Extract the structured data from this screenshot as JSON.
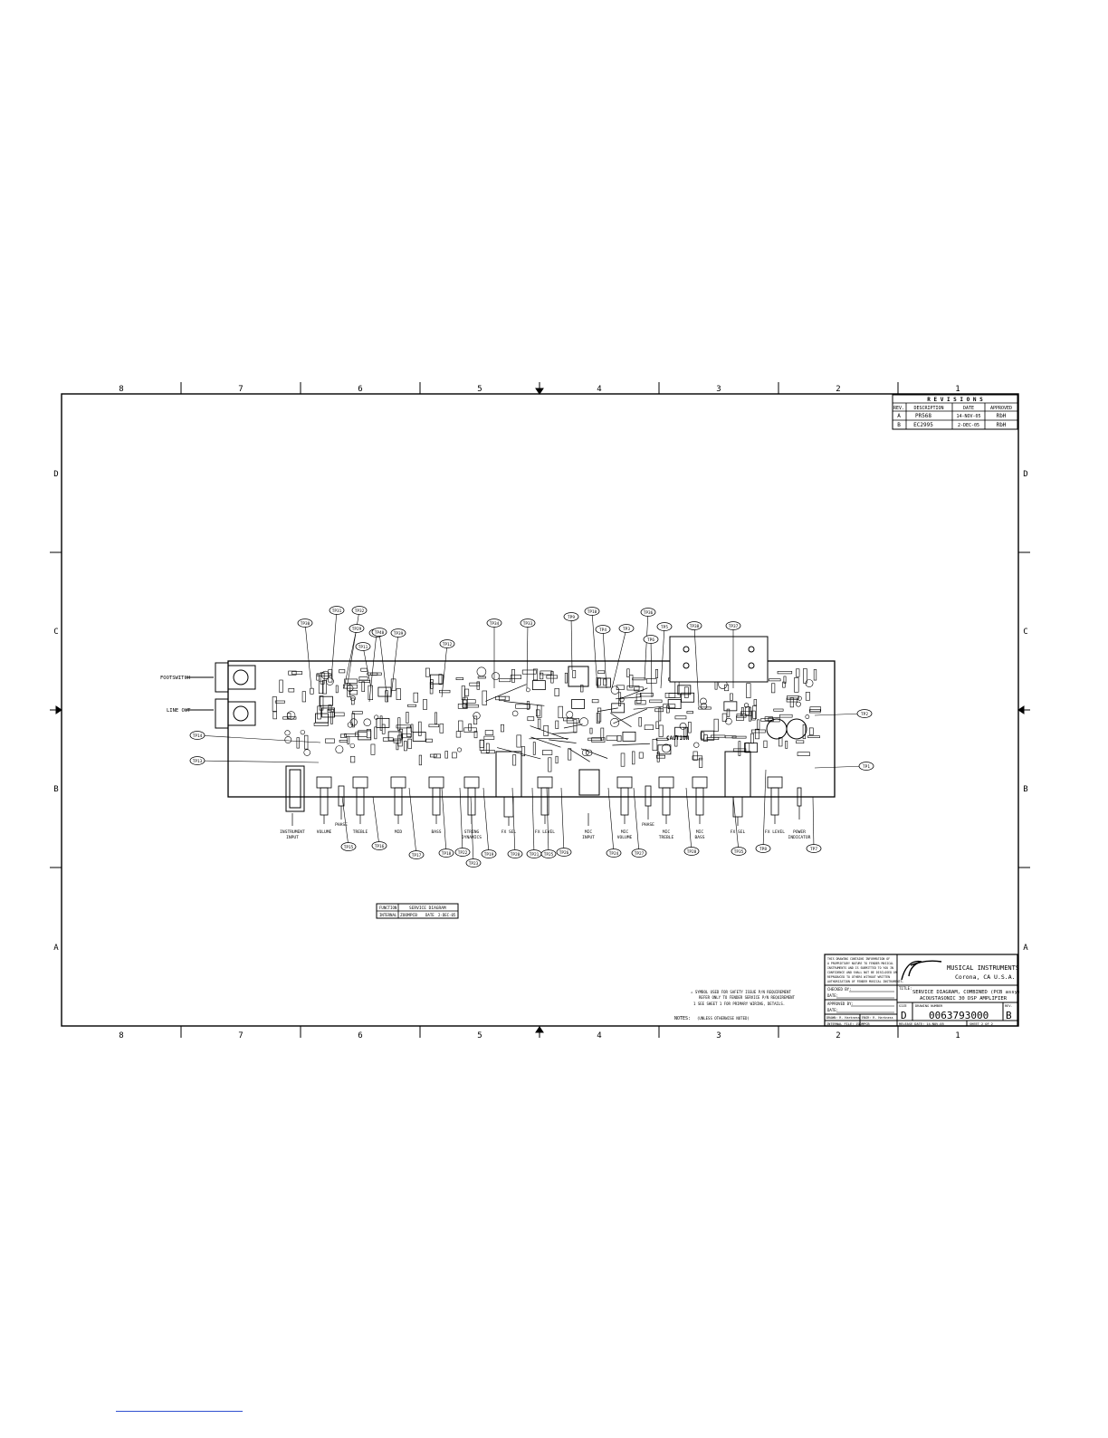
{
  "border": {
    "columns": [
      "8",
      "7",
      "6",
      "5",
      "4",
      "3",
      "2",
      "1"
    ],
    "rows": [
      "D",
      "C",
      "B",
      "A"
    ]
  },
  "revisions": {
    "title": "R E V I S I O N S",
    "headers": [
      "REV.",
      "DESCRIPTION",
      "DATE",
      "APPROVED"
    ],
    "rows": [
      [
        "A",
        "PR568",
        "14-NOV-05",
        "RbH"
      ],
      [
        "B",
        "EC2995",
        "2-DEC-05",
        "RbH"
      ]
    ]
  },
  "connectors": {
    "footswitch": "FOOTSWITCH",
    "line_out": "LINE OUT"
  },
  "controls": [
    {
      "label": "INSTRUMENT INPUT",
      "lines": [
        "INSTRUMENT",
        "INPUT"
      ]
    },
    {
      "label": "VOLUME",
      "lines": [
        "VOLUME"
      ]
    },
    {
      "label": "PHASE",
      "lines": [
        "PHASE"
      ]
    },
    {
      "label": "TREBLE",
      "lines": [
        "TREBLE"
      ]
    },
    {
      "label": "MID",
      "lines": [
        "MID"
      ]
    },
    {
      "label": "BASS",
      "lines": [
        "BASS"
      ]
    },
    {
      "label": "STRING DYNAMICS",
      "lines": [
        "STRING",
        "DYNAMICS"
      ]
    },
    {
      "label": "FX SEL",
      "lines": [
        "FX SEL"
      ]
    },
    {
      "label": "FX LEVEL",
      "lines": [
        "FX LEVEL"
      ]
    },
    {
      "label": "MIC INPUT",
      "lines": [
        "MIC",
        "INPUT"
      ]
    },
    {
      "label": "MIC VOLUME",
      "lines": [
        "MIC",
        "VOLUME"
      ]
    },
    {
      "label": "PHASE",
      "lines": [
        "PHASE"
      ]
    },
    {
      "label": "MIC TREBLE",
      "lines": [
        "MIC",
        "TREBLE"
      ]
    },
    {
      "label": "MIC BASS",
      "lines": [
        "MIC",
        "BASS"
      ]
    },
    {
      "label": "FX SEL",
      "lines": [
        "FX SEL"
      ]
    },
    {
      "label": "FX LEVEL",
      "lines": [
        "FX LEVEL"
      ]
    },
    {
      "label": "POWER INDICATOR",
      "lines": [
        "POWER",
        "INDICATOR"
      ]
    }
  ],
  "test_points_top": [
    "TP30",
    "TP31",
    "TP32",
    "TP29",
    "TP28",
    "TP40",
    "TP39",
    "TP11",
    "TP12",
    "TP34",
    "TP33",
    "TP9",
    "TP10",
    "TP4",
    "TP3",
    "TP36",
    "TP5",
    "TP6",
    "TP38",
    "TP37"
  ],
  "test_points_side": [
    "TP14",
    "TP13",
    "TP2",
    "TP1"
  ],
  "test_points_bottom": [
    "TP15",
    "TP16",
    "TP17",
    "TP18",
    "TP22",
    "TP23",
    "TP19",
    "TP20",
    "TP21",
    "TP25",
    "TP26",
    "TP24",
    "TP27",
    "TP28",
    "TP35",
    "TP8",
    "TP7"
  ],
  "caution_text": "CAUTION",
  "small_box": {
    "rows": [
      [
        "FUNCTION",
        "SERVICE DIAGRAM"
      ],
      [
        "INTERNAL",
        "ZOOMPCB",
        "DATE",
        "2-DEC-05"
      ]
    ]
  },
  "notes": {
    "label": "NOTES:",
    "items": [
      "⚠ SYMBOL USED FOR SAFETY ISSUE P/N REQUIREMENT",
      "REFER ONLY TO FENDER SERVICE P/N REQUIREMENT",
      "1 SEE SHEET 1 FOR PRIMARY WIRING, DETAILS.",
      "(UNLESS OTHERWISE NOTED)"
    ]
  },
  "title_block": {
    "disclaimer": [
      "THIS DRAWING CONTAINS INFORMATION OF",
      "A PROPRIETARY NATURE TO FENDER MUSICAL",
      "INSTRUMENTS AND IS SUBMITTED TO YOU IN",
      "CONFIDENCE AND SHALL NOT BE DISCLOSED OR",
      "REPRODUCED TO OTHERS WITHOUT WRITTEN",
      "AUTHORIZATION OF FENDER MUSICAL INSTRUMENTS."
    ],
    "company": "MUSICAL INSTRUMENTS",
    "location": "Corona, CA  U.S.A.",
    "checked_by": "CHECKED BY:",
    "date_label": "DATE:",
    "approved_by": "APPROVED BY:",
    "title_label": "TITLE:",
    "title_line1": "SERVICE DIAGRAM, COMBINED (PCB assy)",
    "title_line2": "ACOUSTASONIC 30 DSP AMPLIFIER",
    "size_label": "SIZE",
    "size": "D",
    "drawing_number_label": "DRAWING NUMBER",
    "drawing_number": "0063793000",
    "rev_label": "REV.",
    "rev": "B",
    "drawn_by": "DRAWN: R. Harkness",
    "engr": "ENGR: R. Harkness",
    "release_date": "RELEASE DATE: 14-NOV-05",
    "sheet": "SHEET  2  OF  2",
    "internal_file": "INTERNAL FILE:  ZOOMPCB"
  }
}
